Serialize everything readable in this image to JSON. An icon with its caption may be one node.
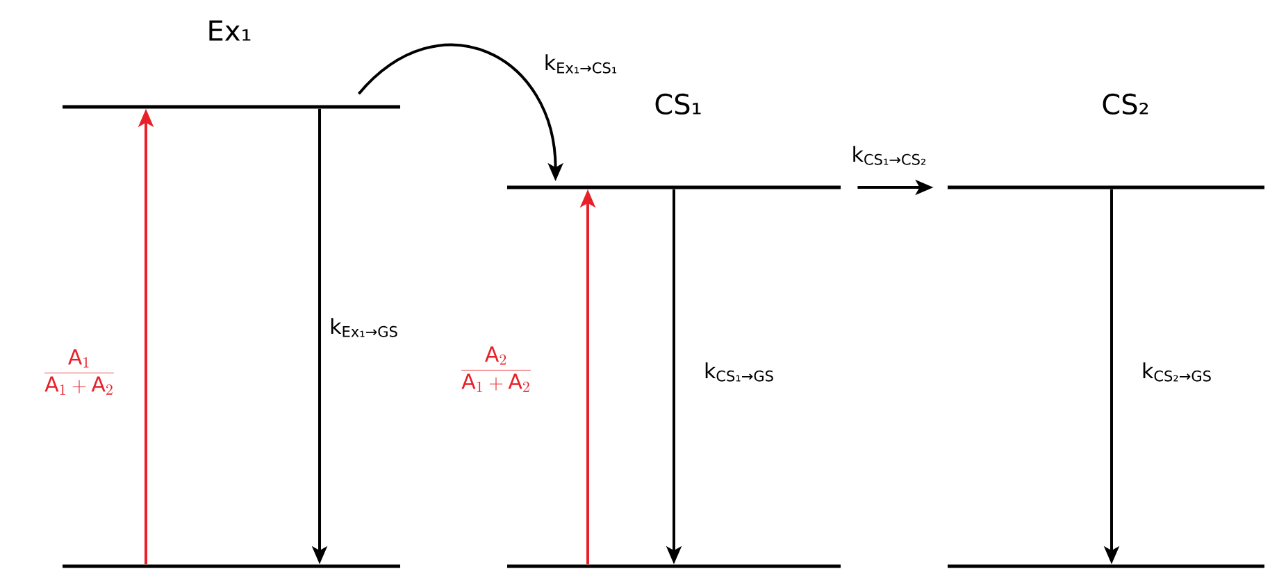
{
  "diagram": {
    "nodes": [
      {
        "text": [
          "Ex₁"
        ]
      },
      {
        "text": [
          "CS₁"
        ]
      },
      {
        "text": [
          "CS₂"
        ]
      },
      {
        "text": [],
        "shape": "bar"
      },
      {
        "text": [],
        "shape": "bar"
      },
      {
        "text": [],
        "shape": "bar"
      }
    ],
    "edges": [
      {
        "from": 3,
        "to": 0,
        "arrow": "to",
        "color": "#e8202a",
        "label": "\\frac{\\mathrm{A}_1}{\\mathrm{A}_1+\\mathrm{A}_2}"
      },
      {
        "from": 0,
        "to": 3,
        "arrow": "to",
        "label": "k$_{Ex₁→GS}$"
      },
      {
        "from": 0,
        "to": 1,
        "arrow": "to",
        "label": "k$_{Ex₁→CS₁}$"
      },
      {
        "from": 1,
        "to": 2,
        "arrow": "to",
        "label": "k$_{CS₁→CS₂}$"
      },
      {
        "from": 4,
        "to": 1,
        "arrow": "to",
        "color": "#e8202a",
        "label": "\\frac{\\mathrm{A}_2}{\\mathrm{A}_1+\\mathrm{A}_2}"
      },
      {
        "from": 1,
        "to": 4,
        "arrow": "to",
        "label": "k$_{CS₁→GS}$"
      },
      {
        "from": 2,
        "to": 5,
        "arrow": "to",
        "label": "k$_{CS₂→GS}$"
      }
    ]
  }
}
